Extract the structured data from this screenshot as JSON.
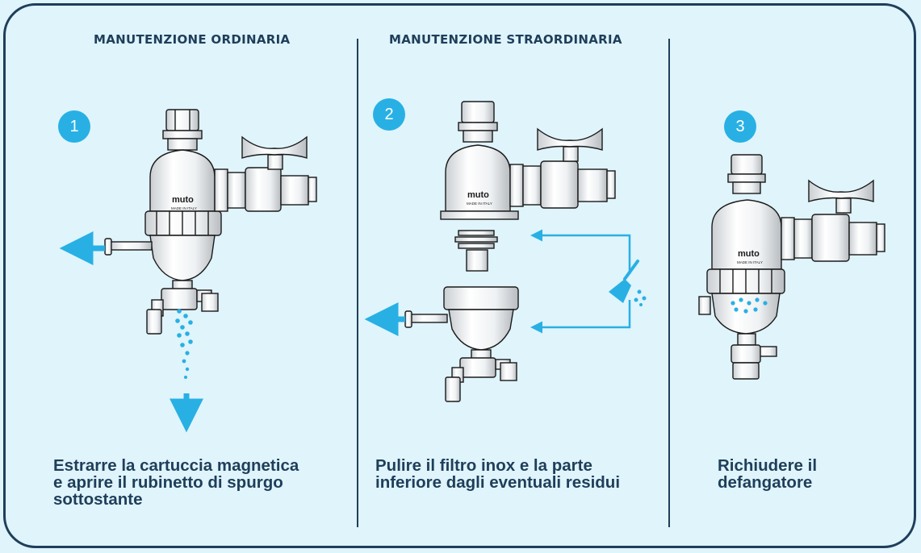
{
  "sections": [
    {
      "heading": "MANUTENZIONE ORDINARIA",
      "step": "1",
      "caption": [
        "Estrarre la cartuccia magnetica",
        "e aprire il rubinetto di spurgo",
        "sottostante"
      ]
    },
    {
      "heading": "MANUTENZIONE STRAORDINARIA",
      "step": "2",
      "caption": [
        "Pulire il filtro inox e la parte",
        "inferiore dagli eventuali residui"
      ]
    },
    {
      "heading": "",
      "step": "3",
      "caption": [
        "Richiudere il",
        "defangatore"
      ]
    }
  ],
  "product": {
    "brand": "muto",
    "origin": "MADE IN ITALY"
  },
  "colors": {
    "accent": "#28b0e4",
    "text": "#1f3e5a",
    "background": "#dff4fb",
    "outline": "#1a1a1a"
  }
}
